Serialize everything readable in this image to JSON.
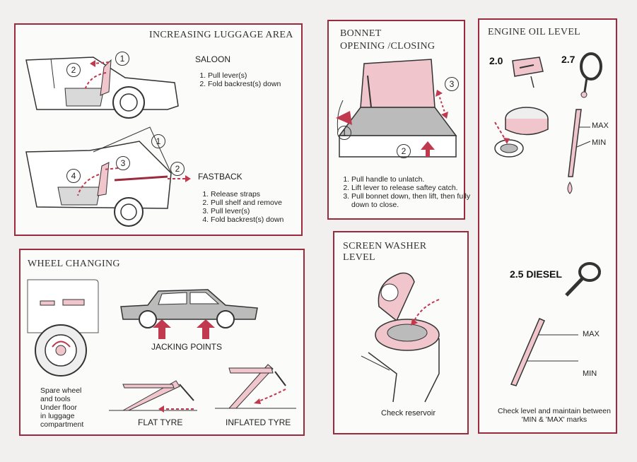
{
  "luggage": {
    "title": "INCREASING LUGGAGE AREA",
    "saloon_label": "SALOON",
    "saloon_steps": [
      "Pull lever(s)",
      "Fold backrest(s) down"
    ],
    "fastback_label": "FASTBACK",
    "fastback_steps": [
      "Release straps",
      "Pull shelf and remove",
      "Pull lever(s)",
      "Fold backrest(s) down"
    ],
    "callouts": [
      "1",
      "2",
      "3",
      "4"
    ]
  },
  "bonnet": {
    "title_line1": "BONNET",
    "title_line2": "OPENING /CLOSING",
    "steps": [
      "Pull handle to unlatch.",
      "Lift lever to release saftey catch.",
      "Pull bonnet down, then lift, then fully down to close."
    ],
    "callouts": [
      "1",
      "2",
      "3"
    ]
  },
  "engine_oil": {
    "title": "ENGINE OIL LEVEL",
    "label_20": "2.0",
    "label_27": "2.7",
    "label_diesel": "2.5 DIESEL",
    "max": "MAX",
    "min": "MIN",
    "caption": "Check level and maintain between\n'MIN & 'MAX' marks"
  },
  "washer": {
    "title_line1": "SCREEN WASHER",
    "title_line2": "LEVEL",
    "caption": "Check reservoir"
  },
  "wheel": {
    "title": "WHEEL CHANGING",
    "jacking": "JACKING POINTS",
    "spare": "Spare wheel\nand tools\nUnder floor\nin luggage\ncompartment",
    "flat": "FLAT TYRE",
    "inflated": "INFLATED TYRE"
  },
  "colors": {
    "border": "#9b2a3c",
    "arrow": "#c0394f",
    "fill": "#f0c6cc"
  }
}
